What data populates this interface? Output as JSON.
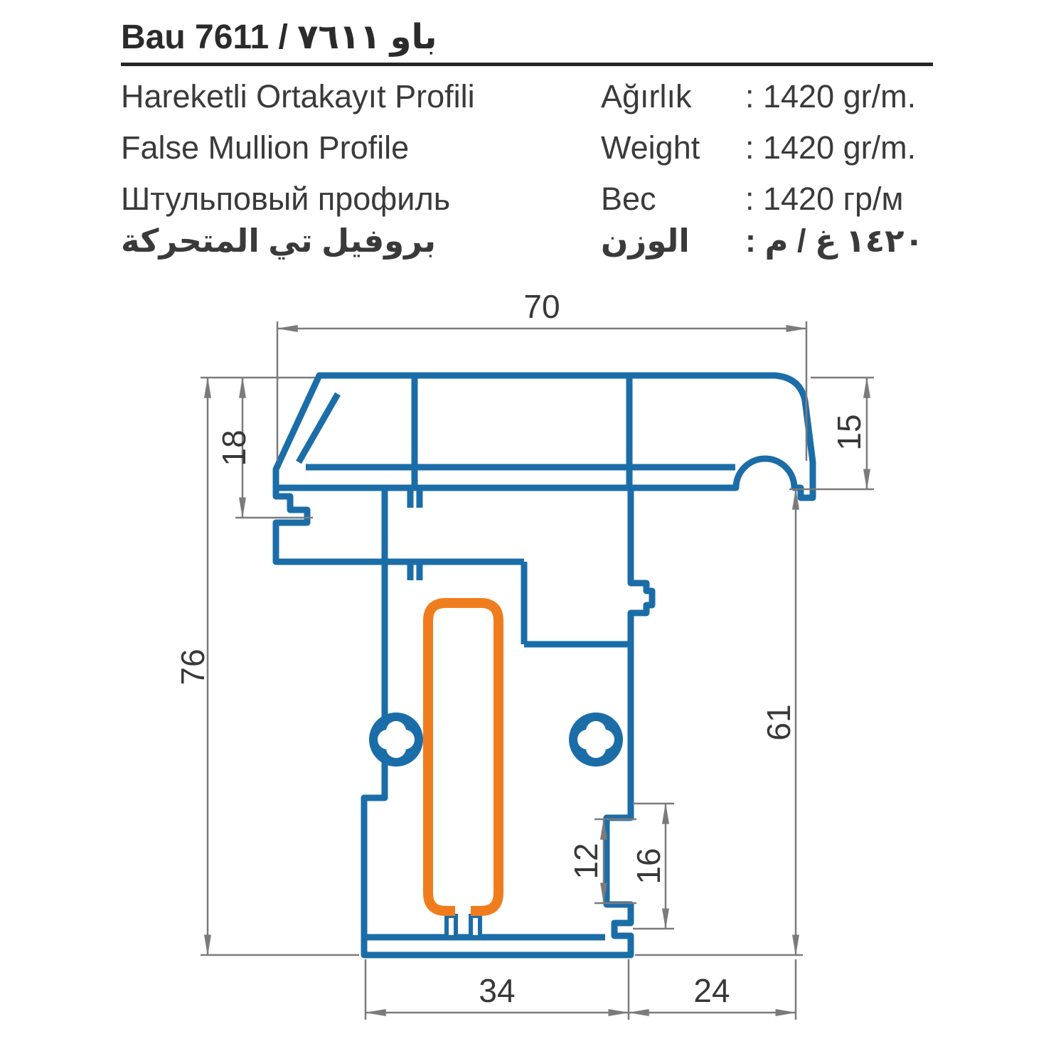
{
  "header": {
    "title": "Bau 7611 / باو ٧٦١١",
    "names": [
      "Hareketli Ortakayıt Profili",
      "False Mullion Profile",
      "Штульповый профиль",
      "بروفيل تي المتحركة"
    ],
    "weight_rows": [
      {
        "label": "Ağırlık",
        "value": ": 1420 gr/m."
      },
      {
        "label": "Weight",
        "value": ": 1420 gr/m."
      },
      {
        "label": "Вес",
        "value": ": 1420 гр/м"
      },
      {
        "label": "الوزن",
        "value": ": ١٤٢٠ غ / م"
      }
    ]
  },
  "drawing": {
    "dimensions": {
      "top_width": "70",
      "upper_left_height": "18",
      "upper_right_height": "15",
      "total_height": "76",
      "right_height": "61",
      "step_small": "12",
      "step_large": "16",
      "bottom_left_width": "34",
      "bottom_right_width": "24"
    },
    "colors": {
      "profile": "#1b6da8",
      "reinforcement": "#f07d1d",
      "dimension": "#7b7b7b"
    }
  }
}
